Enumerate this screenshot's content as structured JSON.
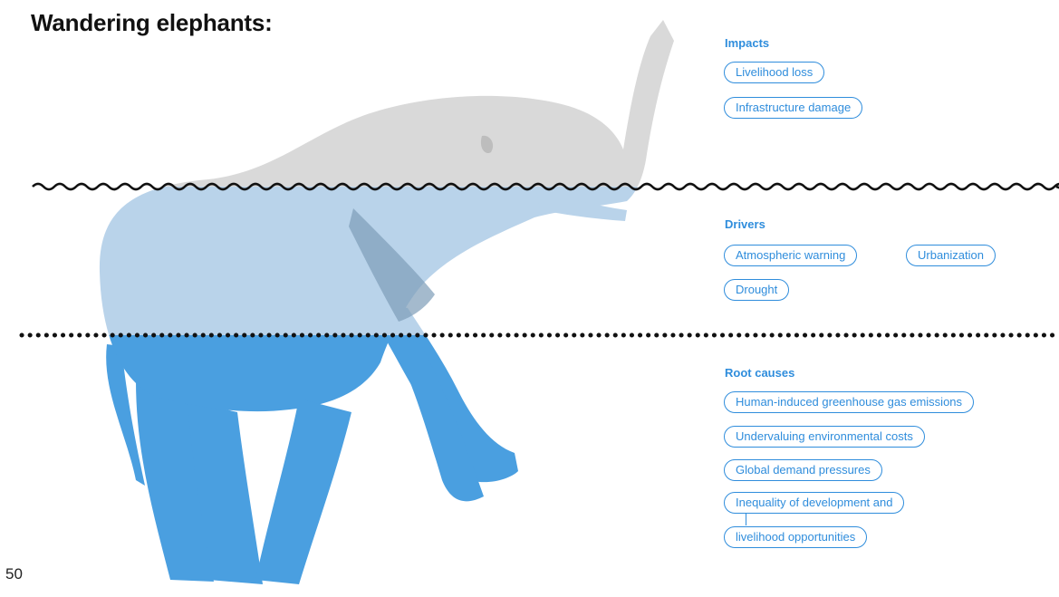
{
  "title": "Wandering elephants:",
  "page_number": "50",
  "sections": [
    {
      "label": "Impacts",
      "items": [
        "Livelihood loss",
        "Infrastructure damage"
      ]
    },
    {
      "label": "Drivers",
      "items": [
        "Atmospheric warning",
        "Urbanization",
        "Drought"
      ]
    },
    {
      "label": "Root causes",
      "items": [
        "Human-induced greenhouse gas emissions",
        "Undervaluing environmental costs",
        "Global demand pressures",
        "Inequality of development and",
        "livelihood opportunities"
      ]
    }
  ],
  "colors": {
    "accent": "#2f8ddc",
    "elephant_above": "#d9d9d9",
    "elephant_middle": "#b9d3ea",
    "elephant_below": "#4a9fe0"
  }
}
